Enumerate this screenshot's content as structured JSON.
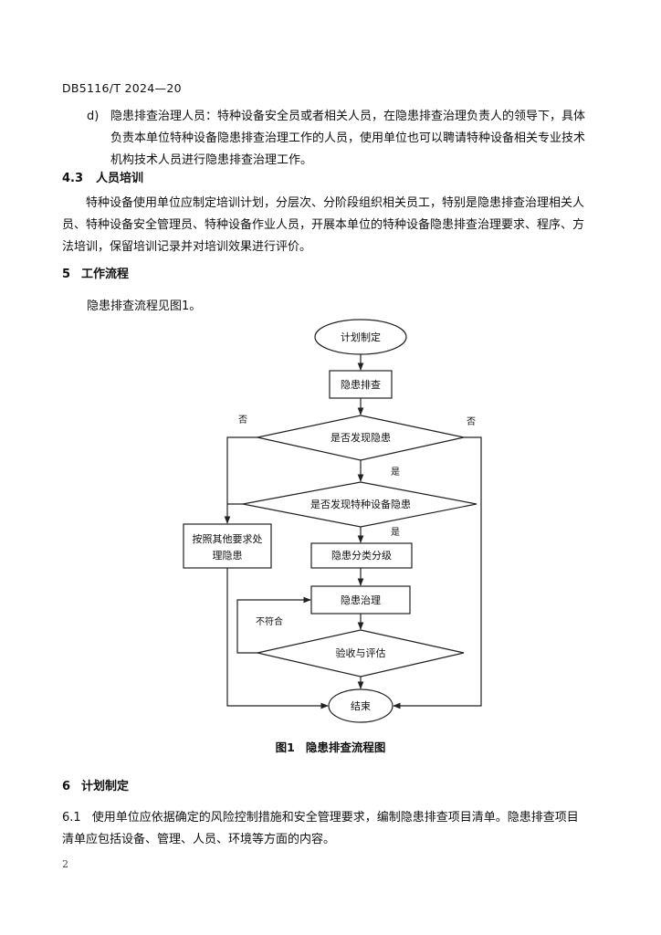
{
  "header": {
    "doc_code": "DB5116/T 2024—20"
  },
  "clause_d": {
    "marker": "d)",
    "text": "隐患排查治理人员：特种设备安全员或者相关人员，在隐患排查治理负责人的领导下，具体负责本单位特种设备隐患排查治理工作的人员，使用单位也可以聘请特种设备相关专业技术机构技术人员进行隐患排查治理工作。"
  },
  "section_4_3": {
    "number": "4.3",
    "title": "人员培训",
    "text": "特种设备使用单位应制定培训计划，分层次、分阶段组织相关员工，特别是隐患排查治理相关人员、特种设备安全管理员、特种设备作业人员，开展本单位的特种设备隐患排查治理要求、程序、方法培训，保留培训记录并对培训效果进行评价。"
  },
  "section_5": {
    "number": "5",
    "title": "工作流程",
    "text": "隐患排查流程见图1。"
  },
  "flowchart": {
    "start": "计划制定",
    "step_inspect": "隐患排查",
    "decision_found": "是否发现隐患",
    "decision_special": "是否发现特种设备隐患",
    "step_other_line1": "按照其他要求处",
    "step_other_line2": "理隐患",
    "step_classify": "隐患分类分级",
    "step_govern": "隐患治理",
    "decision_accept": "验收与评估",
    "end": "结束",
    "label_no_left": "否",
    "label_no_right": "否",
    "label_yes_1": "是",
    "label_yes_2": "是",
    "label_fail": "不符合"
  },
  "figure_caption": {
    "label": "图1",
    "title": "隐患排查流程图"
  },
  "section_6": {
    "number": "6",
    "title": "计划制定"
  },
  "clause_6_1": {
    "number": "6.1",
    "text": "使用单位应依据确定的风险控制措施和安全管理要求，编制隐患排查项目清单。隐患排查项目清单应包括设备、管理、人员、环境等方面的内容。"
  },
  "footer": {
    "page_number": "2"
  }
}
